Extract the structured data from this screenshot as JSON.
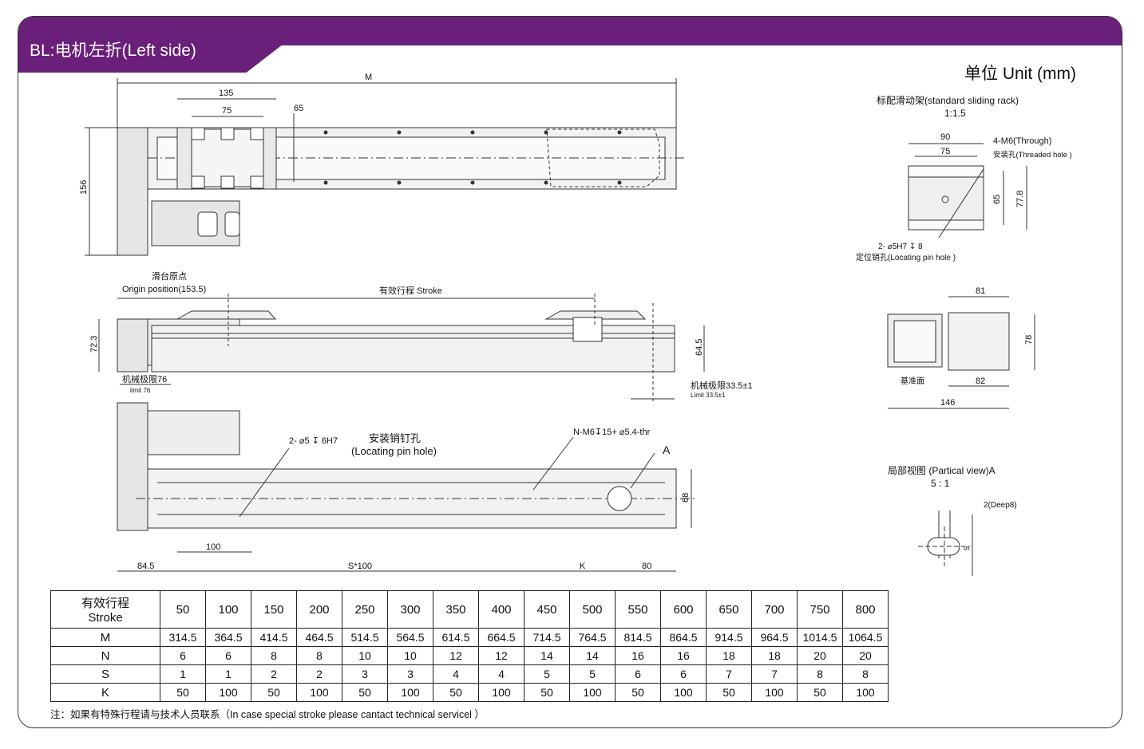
{
  "header": {
    "title": "BL:电机左折(Left side)",
    "unit": "单位 Unit (mm)",
    "band_color": "#6a1f7a"
  },
  "top_view": {
    "dim_M": "M",
    "dim_135": "135",
    "dim_75": "75",
    "dim_65": "65",
    "dim_156": "156"
  },
  "side_view": {
    "origin_cn": "滑台原点",
    "origin_en": "Origin position(153.5)",
    "stroke": "有效行程 Stroke",
    "dim_72_3": "72.3",
    "dim_64_5": "64.5",
    "mech_limit_left_cn": "机械极限76",
    "mech_limit_left_en": "limit 76",
    "mech_limit_right_cn": "机械极限33.5±1",
    "mech_limit_right_en": "Limit  33.5±1"
  },
  "bottom_view": {
    "pin_hole_spec": "2- ⌀5 ↧ 6H7",
    "pin_hole_cn": "安装销钉孔",
    "pin_hole_en": "(Locating pin hole)",
    "thread_spec": "N-M6↧15+ ⌀5.4-thr",
    "label_A": "A",
    "dim_68": "68",
    "dim_100": "100",
    "dim_84_5": "84.5",
    "dim_s100": "S*100",
    "dim_K": "K",
    "dim_80": "80"
  },
  "sliding_rack": {
    "title": "标配滑动架(standard sliding rack)",
    "scale": "1:1.5",
    "dim_90": "90",
    "dim_75": "75",
    "thread": "4-M6(Through)",
    "thread_cn": "安装孔(Threaded hole )",
    "dim_65": "65",
    "dim_77_8": "77.8",
    "pin": "2- ⌀5H7 ↧ 8",
    "pin_cn": "定位销孔(Locating pin hole )"
  },
  "end_view": {
    "dim_81": "81",
    "dim_78": "78",
    "ref_face": "基准面",
    "dim_82": "82",
    "dim_146": "146"
  },
  "partial_view": {
    "title": "局部视图 (Partical view)A",
    "scale": "5 : 1",
    "deep": "2(Deep8)",
    "dim_5": "5"
  },
  "table": {
    "header_label_cn": "有效行程",
    "header_label_en": "Stroke",
    "strokes": [
      "50",
      "100",
      "150",
      "200",
      "250",
      "300",
      "350",
      "400",
      "450",
      "500",
      "550",
      "600",
      "650",
      "700",
      "750",
      "800"
    ],
    "rows": [
      {
        "label": "M",
        "values": [
          "314.5",
          "364.5",
          "414.5",
          "464.5",
          "514.5",
          "564.5",
          "614.5",
          "664.5",
          "714.5",
          "764.5",
          "814.5",
          "864.5",
          "914.5",
          "964.5",
          "1014.5",
          "1064.5"
        ]
      },
      {
        "label": "N",
        "values": [
          "6",
          "6",
          "8",
          "8",
          "10",
          "10",
          "12",
          "12",
          "14",
          "14",
          "16",
          "16",
          "18",
          "18",
          "20",
          "20"
        ]
      },
      {
        "label": "S",
        "values": [
          "1",
          "1",
          "2",
          "2",
          "3",
          "3",
          "4",
          "4",
          "5",
          "5",
          "6",
          "6",
          "7",
          "7",
          "8",
          "8"
        ]
      },
      {
        "label": "K",
        "values": [
          "50",
          "100",
          "50",
          "100",
          "50",
          "100",
          "50",
          "100",
          "50",
          "100",
          "50",
          "100",
          "50",
          "100",
          "50",
          "100"
        ]
      }
    ]
  },
  "note": "注：如果有特殊行程请与技术人员联系（In case special stroke please cantact technical servicel ）"
}
